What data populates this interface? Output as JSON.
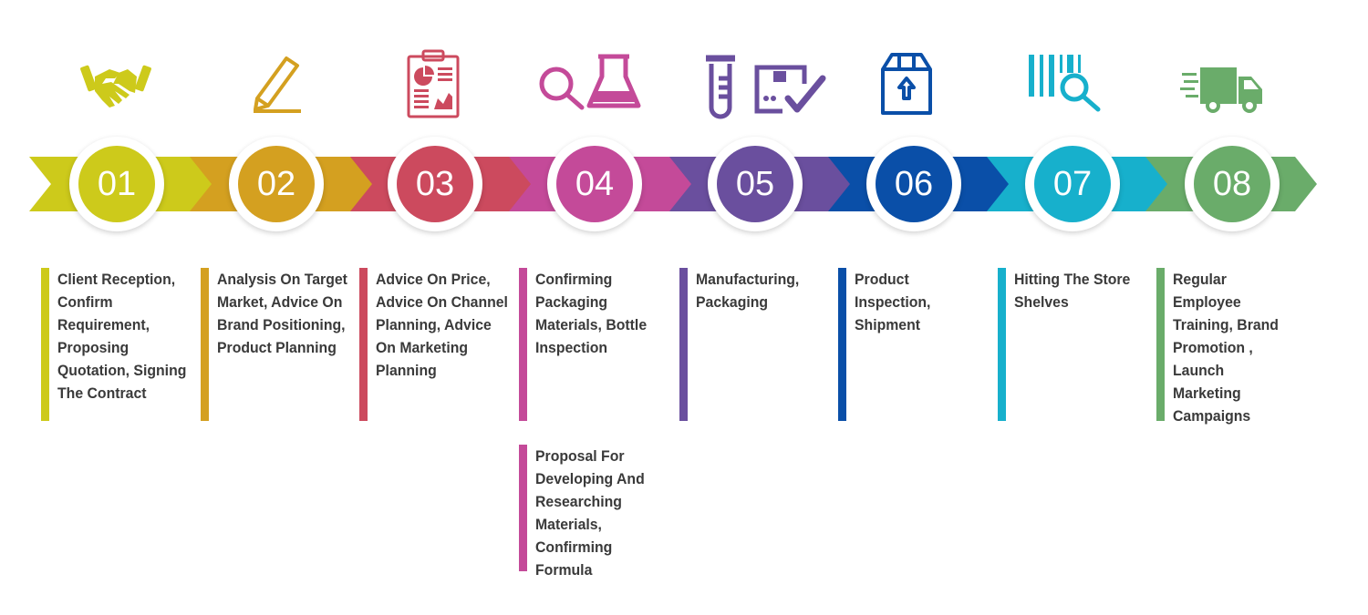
{
  "colors": {
    "step1": "#cdca1b",
    "step2": "#d4a020",
    "step3": "#cc4a5e",
    "step4": "#c44a99",
    "step5": "#6a4f9e",
    "step6": "#0a4fa8",
    "step7": "#17b0cc",
    "step8": "#6aac6a"
  },
  "steps": [
    {
      "number": "01",
      "icon": "handshake-icon",
      "text": "Client Reception, Confirm Requirement, Proposing Quotation, Signing The Contract"
    },
    {
      "number": "02",
      "icon": "pencil-icon",
      "text": "Analysis On Target Market, Advice On Brand Positioning, Product Planning"
    },
    {
      "number": "03",
      "icon": "clipboard-report-icon",
      "text": "Advice On Price, Advice On Channel Planning, Advice On Marketing Planning"
    },
    {
      "number": "04",
      "icon": "magnifier-flask-icon",
      "text": "Confirming Packaging Materials, Bottle Inspection",
      "text2": "Proposal For Developing And Researching Materials, Confirming Formula"
    },
    {
      "number": "05",
      "icon": "test-tube-box-check-icon",
      "text": "Manufacturing, Packaging"
    },
    {
      "number": "06",
      "icon": "package-icon",
      "text": "Product Inspection, Shipment"
    },
    {
      "number": "07",
      "icon": "barcode-search-icon",
      "text": "Hitting The Store Shelves"
    },
    {
      "number": "08",
      "icon": "delivery-truck-icon",
      "text": "Regular Employee Training, Brand Promotion , Launch Marketing Campaigns"
    }
  ]
}
